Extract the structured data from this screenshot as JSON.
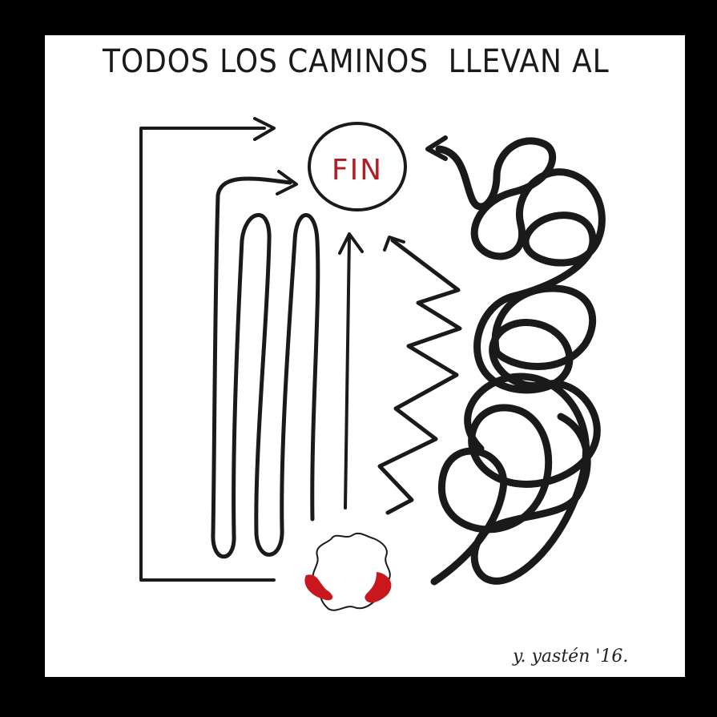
{
  "artwork": {
    "title": "TODOS LOS CAMINOS  LLEVAN AL",
    "goal_label": "FIN",
    "signature": "y. yastén '16.",
    "colors": {
      "ink": "#1a1a1a",
      "accent_red": "#b11f24",
      "paper": "#ffffff",
      "frame": "#000000"
    }
  }
}
